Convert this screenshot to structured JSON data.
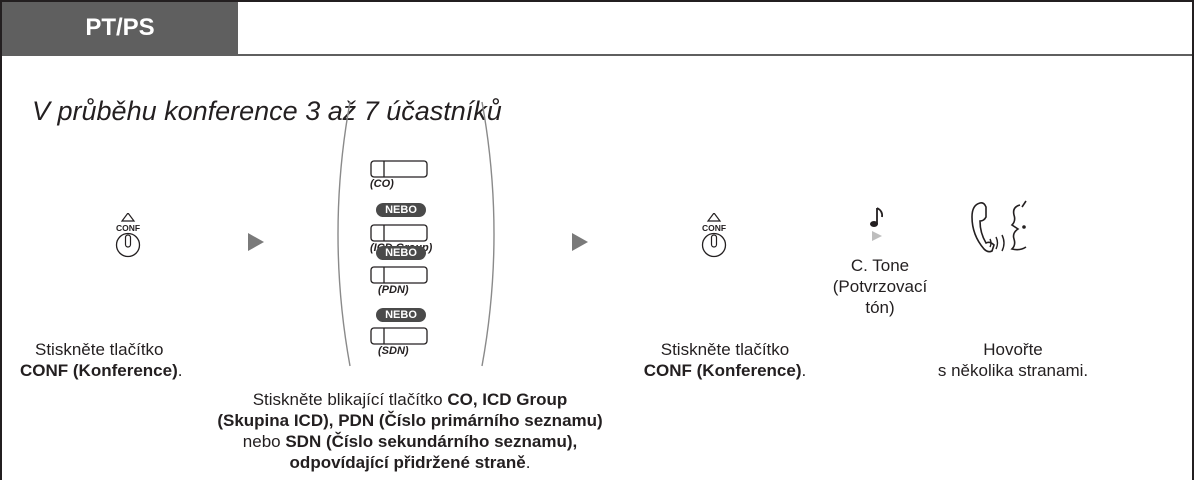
{
  "header": {
    "mode_label": "PT/PS"
  },
  "heading": "V průběhu konference 3 až 7 účastníků",
  "step1": {
    "button_label": "CONF",
    "caption_line1": "Stiskněte tlačítko",
    "caption_bold": "CONF (Konference)",
    "caption_end": "."
  },
  "step2": {
    "keys": [
      {
        "label": "(CO)"
      },
      {
        "label": "(ICD Group)"
      },
      {
        "label": "(PDN)"
      },
      {
        "label": "(SDN)"
      }
    ],
    "or_label": "NEBO",
    "caption": {
      "l1_text": "Stiskněte blikající tlačítko ",
      "l1_bold": "CO, ICD Group",
      "l2_bold": "(Skupina ICD), PDN (Číslo primárního seznamu)",
      "l3_text": "nebo ",
      "l3_bold": "SDN (Číslo sekundárního seznamu),",
      "l4_bold": "odpovídající přidržené straně",
      "l4_end": "."
    }
  },
  "step3": {
    "button_label": "CONF",
    "caption_line1": "Stiskněte tlačítko",
    "caption_bold": "CONF (Konference)",
    "caption_end": "."
  },
  "tone": {
    "line1": "C. Tone",
    "line2": "(Potvrzovací",
    "line3": "tón)"
  },
  "talk": {
    "line1": "Hovořte",
    "line2": "s několika stranami."
  },
  "icons": {
    "conf_button": "conf-button-icon",
    "arrow": "arrow-right-icon",
    "flexible_key": "flexible-button-icon",
    "tone": "music-note-icon",
    "talk": "handset-talking-icon"
  },
  "colors": {
    "tab_bg": "#5f5f5f",
    "nebo_bg": "#4a4a4a",
    "arrow": "#7a7a7a",
    "text": "#231f20"
  }
}
